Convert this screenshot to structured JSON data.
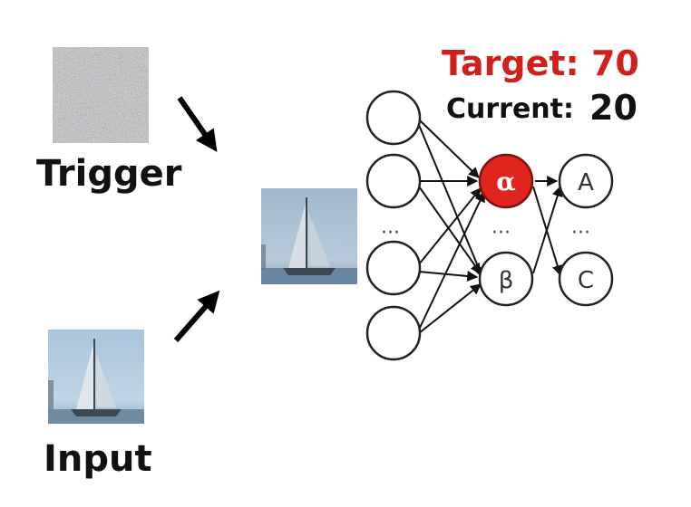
{
  "diagram": {
    "trigger_label": "Trigger",
    "input_label": "Input",
    "target": {
      "label": "Target: 70",
      "color": "#d0201c"
    },
    "current": {
      "label": "Current:",
      "value": "20"
    },
    "hidden_nodes": {
      "alpha": "α",
      "beta": "β",
      "ellipsis": "···"
    },
    "output_nodes": {
      "a": "A",
      "c": "C",
      "ellipsis": "···"
    },
    "input_nodes_ellipsis": "···",
    "images": {
      "trigger": "noise-pattern",
      "combined": "sailboat-with-trigger",
      "input": "sailboat"
    }
  }
}
